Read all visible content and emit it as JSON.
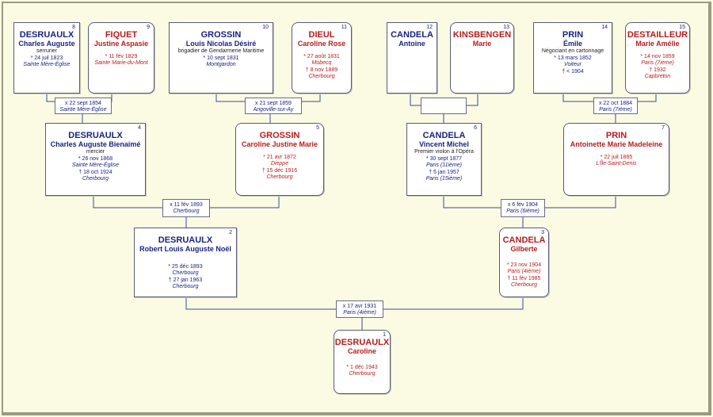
{
  "persons": {
    "p1": {
      "num": "1",
      "surname": "DESRUAULX",
      "given": "Caroline",
      "occ": "",
      "birth": "* 1 déc 1943",
      "birth_place": "Cherbourg",
      "death": "",
      "death_place": ""
    },
    "p2": {
      "num": "2",
      "surname": "DESRUAULX",
      "given": "Robert Louis Auguste Noël",
      "occ": "",
      "birth": "* 25 déc 1893",
      "birth_place": "Cherbourg",
      "death": "† 27 jan 1963",
      "death_place": "Cherbourg"
    },
    "p3": {
      "num": "3",
      "surname": "CANDELA",
      "given": "Gilberte",
      "occ": "",
      "birth": "* 23 nov 1904",
      "birth_place": "Paris (4ième)",
      "death": "† 11 fév 1985",
      "death_place": "Cherbourg"
    },
    "p4": {
      "num": "4",
      "surname": "DESRUAULX",
      "given": "Charles Auguste Bienaimé",
      "occ": "mercier",
      "birth": "* 26 nov 1868",
      "birth_place": "Sainte Mère-Église",
      "death": "† 18 oct 1924",
      "death_place": "Cherbourg"
    },
    "p5": {
      "num": "5",
      "surname": "GROSSIN",
      "given": "Caroline Justine Marie",
      "occ": "",
      "birth": "* 21 avr 1872",
      "birth_place": "Dieppe",
      "death": "† 15 déc 1916",
      "death_place": "Cherbourg"
    },
    "p6": {
      "num": "6",
      "surname": "CANDELA",
      "given": "Vincent Michel",
      "occ": "Premier violon à l'Opéra",
      "birth": "* 30 sept 1877",
      "birth_place": "Paris (11ième)",
      "death": "† 5 jan 1957",
      "death_place": "Paris (15ième)"
    },
    "p7": {
      "num": "7",
      "surname": "PRIN",
      "given": "Antoinette Marie Madeleine",
      "occ": "",
      "birth": "* 22 juil 1885",
      "birth_place": "L'Île-Saint-Denis",
      "death": "",
      "death_place": ""
    },
    "p8": {
      "num": "8",
      "surname": "DESRUAULX",
      "given": "Charles Auguste",
      "occ": "serrurier",
      "birth": "* 24 juil 1823",
      "birth_place": "Sainte Mère-Église",
      "death": "",
      "death_place": ""
    },
    "p9": {
      "num": "9",
      "surname": "FIQUET",
      "given": "Justine Aspasie",
      "occ": "",
      "birth": "* 11 fév 1829",
      "birth_place": "Sainte Marie-du-Mont",
      "death": "",
      "death_place": ""
    },
    "p10": {
      "num": "10",
      "surname": "GROSSIN",
      "given": "Louis Nicolas Désiré",
      "occ": "brigadier de Gendarmerie Maritime",
      "birth": "* 10 sept 1831",
      "birth_place": "Montgardon",
      "death": "",
      "death_place": ""
    },
    "p11": {
      "num": "11",
      "surname": "DIEUL",
      "given": "Caroline Rose",
      "occ": "",
      "birth": "* 27 août 1831",
      "birth_place": "Mobecq",
      "death": "† 8 nov 1889",
      "death_place": "Cherbourg"
    },
    "p12": {
      "num": "12",
      "surname": "CANDELA",
      "given": "Antoine",
      "occ": "",
      "birth": "",
      "birth_place": "",
      "death": "",
      "death_place": ""
    },
    "p13": {
      "num": "13",
      "surname": "KINSBENGEN",
      "given": "Marie",
      "occ": "",
      "birth": "",
      "birth_place": "",
      "death": "",
      "death_place": ""
    },
    "p14": {
      "num": "14",
      "surname": "PRIN",
      "given": "Émile",
      "occ": "Négociant en cartonnage",
      "birth": "* 13 mars 1852",
      "birth_place": "Voiteur",
      "death": "† < 1904",
      "death_place": ""
    },
    "p15": {
      "num": "15",
      "surname": "DESTAILLEUR",
      "given": "Marie Amélie",
      "occ": "",
      "birth": "* 14 nov 1859",
      "birth_place": "Paris (7ième)",
      "death": "† 1932",
      "death_place": "Capbreton"
    }
  },
  "marriages": {
    "m8_9": {
      "date": "x 22 sept 1854",
      "place": "Sainte Mère-Église"
    },
    "m10_11": {
      "date": "x 21 sept 1859",
      "place": "Angoville-sur-Ay"
    },
    "m12_13": {
      "date": "",
      "place": ""
    },
    "m14_15": {
      "date": "x 22 oct 1884",
      "place": "Paris (7ième)"
    },
    "m4_5": {
      "date": "x 11 fév 1893",
      "place": "Cherbourg"
    },
    "m6_7": {
      "date": "x 6 fév 1904",
      "place": "Paris (6ième)"
    },
    "m2_3": {
      "date": "x 17 avr 1931",
      "place": "Paris (4ième)"
    }
  },
  "colors": {
    "male": "#1a237e",
    "female": "#b71c1c",
    "line": "#3a4a9a",
    "background": "#fbfbe3"
  }
}
